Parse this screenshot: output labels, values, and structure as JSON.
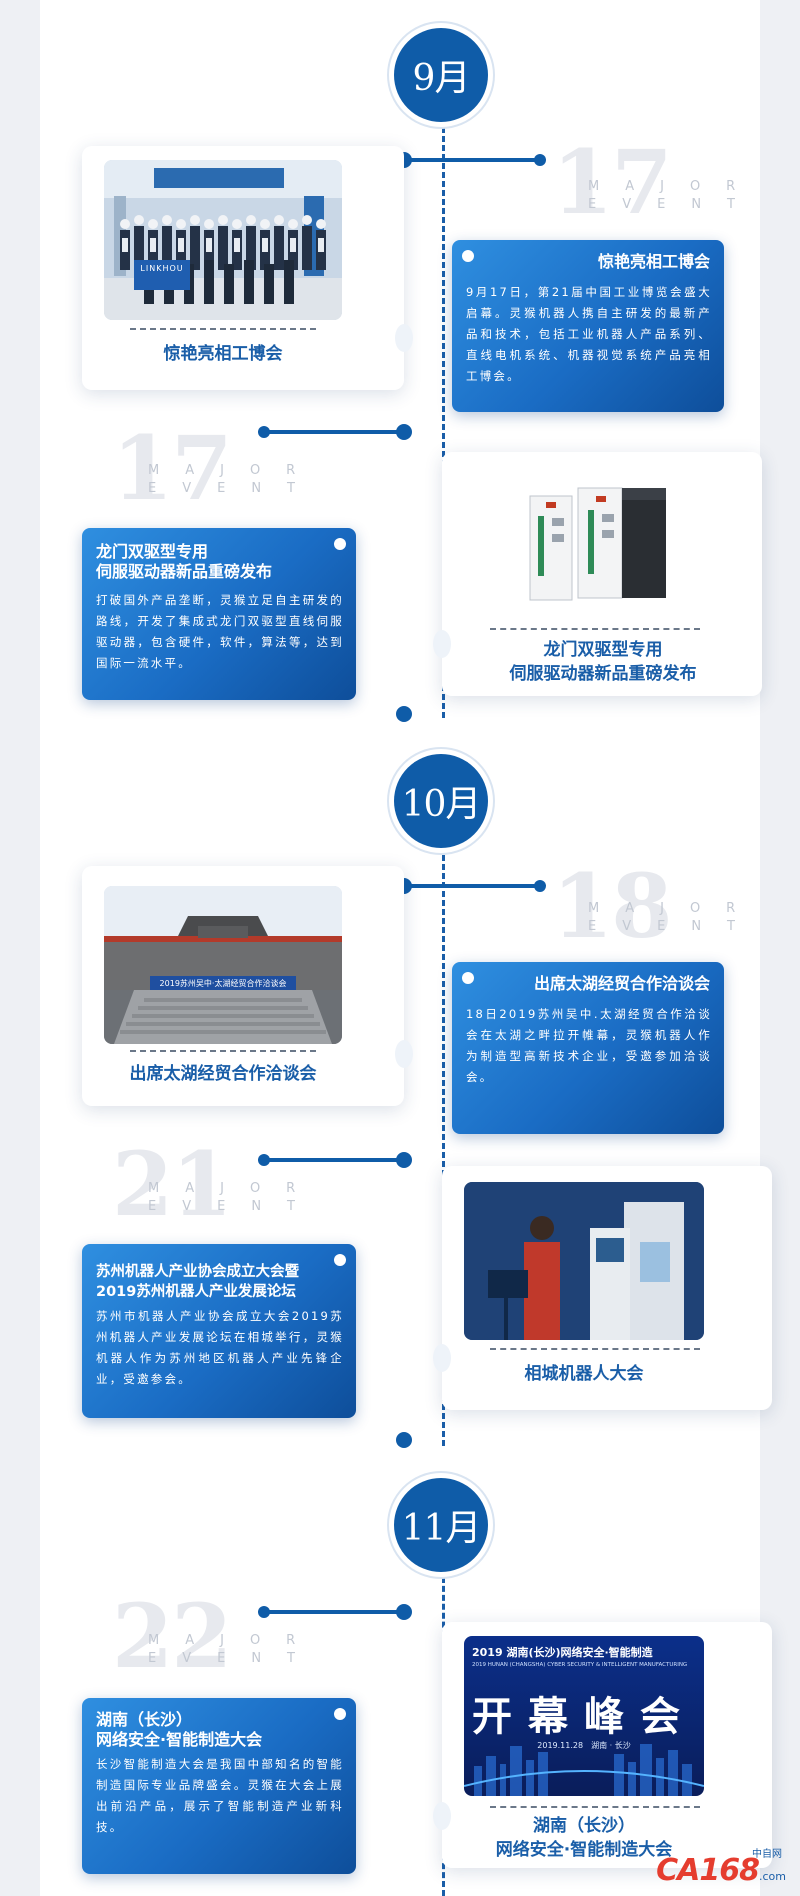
{
  "months": [
    {
      "label": "9月"
    },
    {
      "label": "10月"
    },
    {
      "label": "11月"
    }
  ],
  "major_event": {
    "line1": "MAJOR",
    "line2": "EVENT"
  },
  "events": [
    {
      "day": "17",
      "photo_caption": "惊艳亮相工博会",
      "title": "惊艳亮相工博会",
      "body": "9月17日，第21届中国工业博览会盛大启幕。灵猴机器人携自主研发的最新产品和技术，包括工业机器人产品系列、直线电机系统、机器视觉系统产品亮相工博会。",
      "banner_text": "LINKHOU"
    },
    {
      "day": "17",
      "title_lines": [
        "龙门双驱型专用",
        "伺服驱动器新品重磅发布"
      ],
      "photo_caption_lines": [
        "龙门双驱型专用",
        "伺服驱动器新品重磅发布"
      ],
      "body": "打破国外产品垄断，灵猴立足自主研发的路线，开发了集成式龙门双驱型直线伺服驱动器，包含硬件，软件，算法等，达到国际一流水平。"
    },
    {
      "day": "18",
      "photo_caption": "出席太湖经贸合作洽谈会",
      "title": "出席太湖经贸合作洽谈会",
      "body": "18日2019苏州吴中.太湖经贸合作洽谈会在太湖之畔拉开帷幕，灵猴机器人作为制造型高新技术企业，受邀参加洽谈会。",
      "banner_text": "2019苏州吴中·太湖经贸合作洽谈会"
    },
    {
      "day": "21",
      "title_lines": [
        "苏州机器人产业协会成立大会暨",
        "2019苏州机器人产业发展论坛"
      ],
      "photo_caption": "相城机器人大会",
      "body": "苏州市机器人产业协会成立大会2019苏州机器人产业发展论坛在相城举行，灵猴机器人作为苏州地区机器人产业先锋企业，受邀参会。"
    },
    {
      "day": "22",
      "title_lines": [
        "湖南（长沙）",
        "网络安全·智能制造大会"
      ],
      "photo_caption_lines": [
        "湖南（长沙）",
        "网络安全·智能制造大会"
      ],
      "body": "长沙智能制造大会是我国中部知名的智能制造国际专业品牌盛会。灵猴在大会上展出前沿产品，展示了智能制造产业新科技。",
      "poster_title": "2019 湖南(长沙)网络安全·智能制造",
      "poster_sub": "2019 HUNAN (CHANGSHA) CYBER SECURITY & INTELLIGENT MANUFACTURING",
      "poster_main": "开幕峰会",
      "poster_date": "2019.11.28　湖南 · 长沙"
    }
  ],
  "watermark": {
    "brand": "CA168",
    "suffix": ".com",
    "cn": "中自网"
  },
  "colors": {
    "primary": "#0f5ca8",
    "card_gradient_start": "#2f8fe0",
    "card_gradient_end": "#0e4e9a"
  }
}
